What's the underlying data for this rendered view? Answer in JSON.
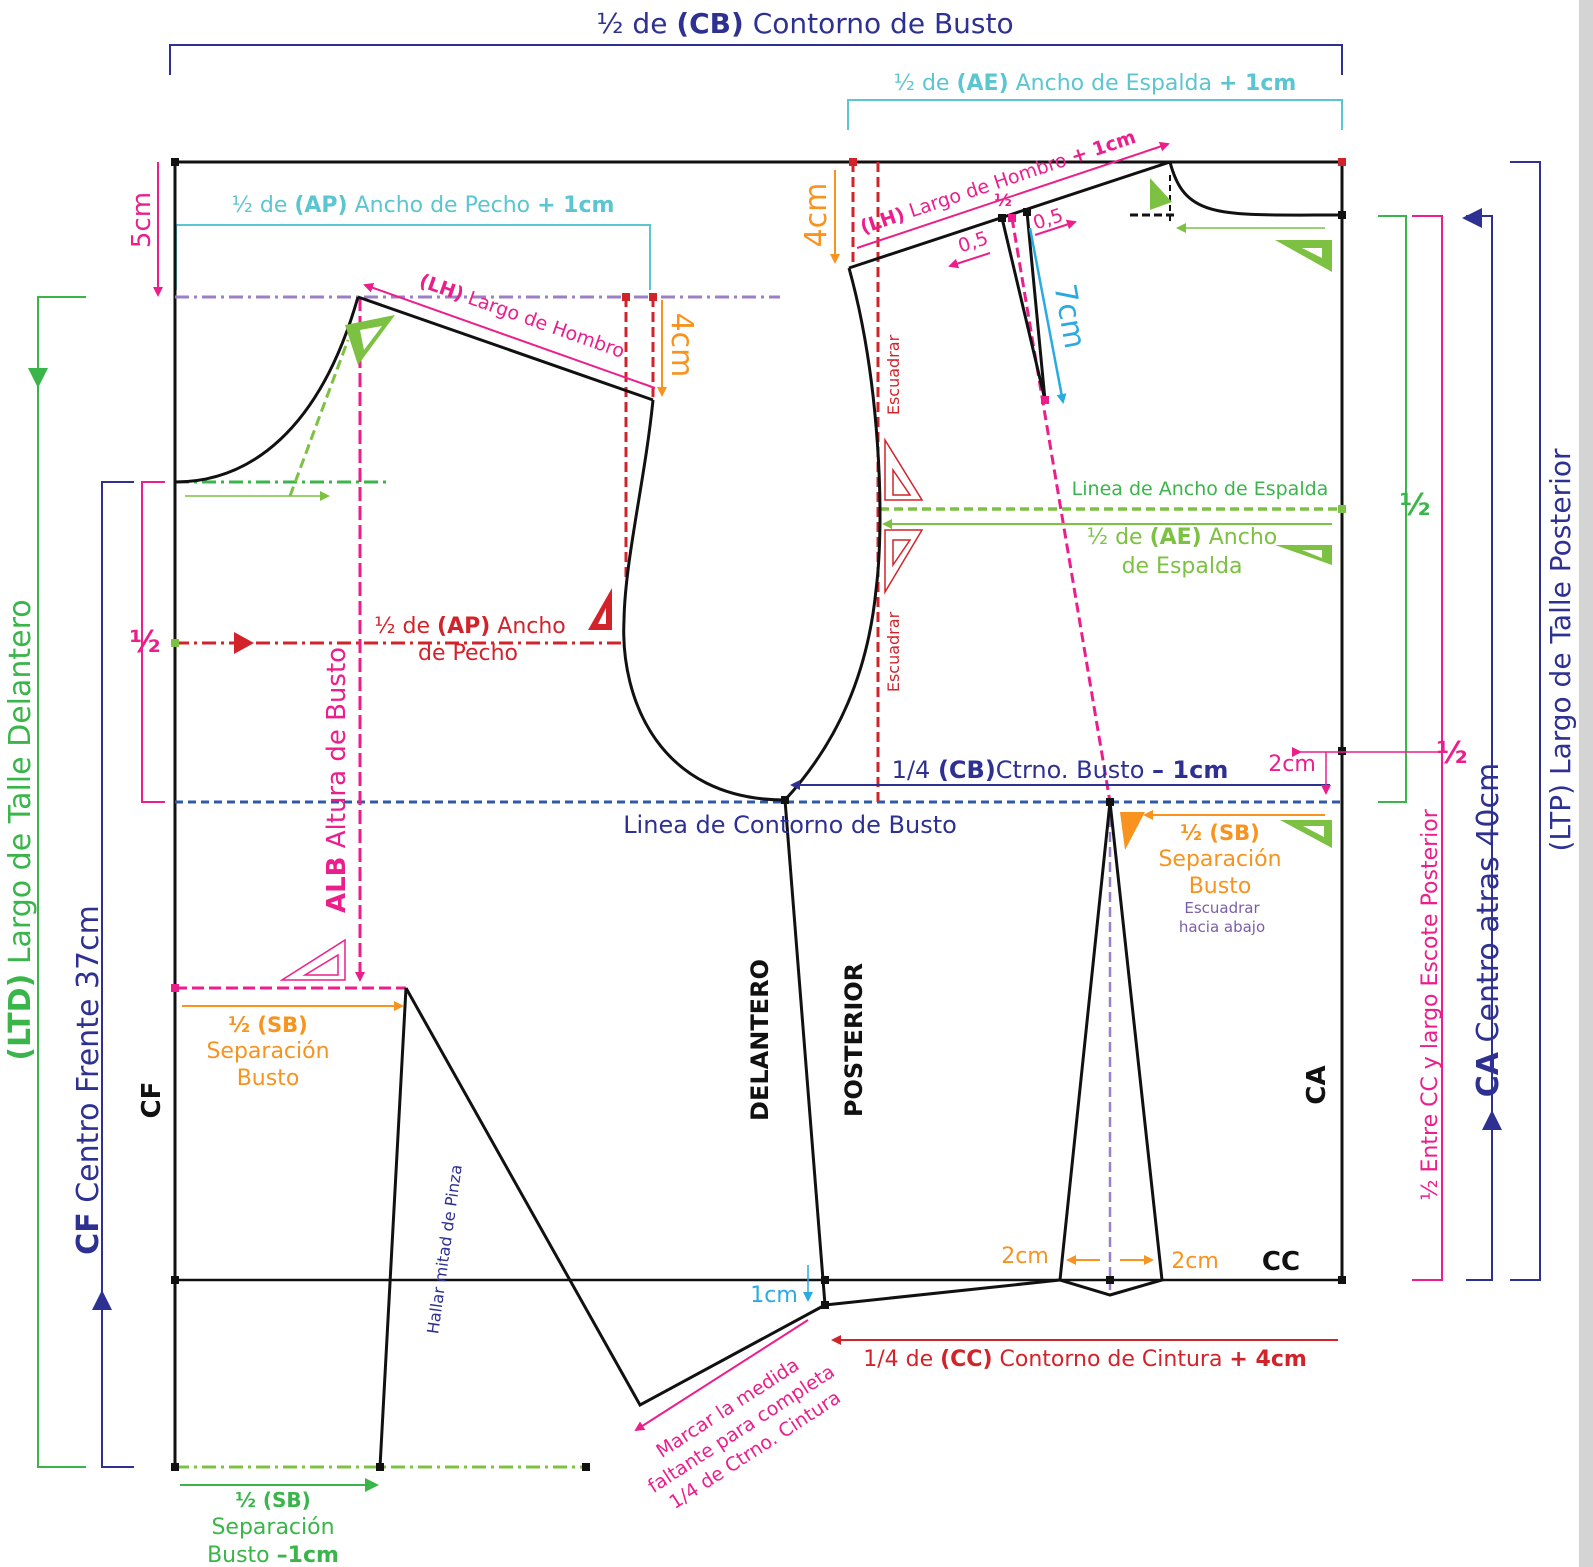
{
  "colors": {
    "navy": "#2e3192",
    "teal": "#5bc5d1",
    "pink": "#ec1e8c",
    "green": "#39b54a",
    "lightgreen": "#7cc142",
    "red": "#d2232a",
    "orange": "#f7931e",
    "blue": "#29abe2",
    "purple": "#7b5ea7",
    "black": "#111111"
  },
  "labels": {
    "cb_pre": "½ de ",
    "cb_code": "(CB)",
    "cb_post": " Contorno de Busto",
    "ae_pre": "½ de ",
    "ae_code": "(AE)",
    "ae_mid": " Ancho de Espalda ",
    "ae_plus": "+ 1cm",
    "ap_pre": "½ de ",
    "ap_code": "(AP)",
    "ap_mid": " Ancho de Pecho ",
    "ap_plus": "+ 1cm",
    "five_cm": "5cm",
    "four_cm_back": "4cm",
    "four_cm_front": "4cm",
    "lh_back_code": "(LH)",
    "lh_back_text": " Largo de Hombro ",
    "lh_back_plus": "+ 1cm",
    "half_small": "½",
    "zero5_left": "0,5",
    "zero5_right": "0,5",
    "seven_cm": "7cm",
    "lh_front_code": "(LH)",
    "lh_front_text": " Largo de Hombro",
    "escuadrar_1": "Escuadrar",
    "escuadrar_2": "Escuadrar",
    "linea_ae": "Linea de Ancho de Espalda",
    "ae2_pre": "½ de ",
    "ae2_code": "(AE)",
    "ae2_line1_post": " Ancho",
    "ae2_line2": "de Espalda",
    "half_right": "½",
    "half_left": "½",
    "half_right2": "½",
    "ap2_pre": "½ de ",
    "ap2_code": "(AP)",
    "ap2_line1_post": " Ancho",
    "ap2_line2": "de Pecho",
    "alb_code": "ALB",
    "alb_text": " Altura de Busto",
    "two_cm_top": "2cm",
    "quarter_cb_pre": "1/4 ",
    "quarter_cb_code": "(CB)",
    "quarter_cb_text": "Ctrno. Busto ",
    "quarter_cb_minus": "– 1cm",
    "linea_cb": "Linea de Contorno de Busto",
    "sb_back_line1": "½ (SB)",
    "sb_back_line2": "Separación",
    "sb_back_line3": "Busto",
    "escuadrar_abajo_1": "Escuadrar",
    "escuadrar_abajo_2": "hacia abajo",
    "sb_front_line1": "½ (SB)",
    "sb_front_line2": "Separación",
    "sb_front_line3": "Busto",
    "delantero": "DELANTERO",
    "posterior": "POSTERIOR",
    "cf": "CF",
    "ca": "CA",
    "cc": "CC",
    "two_cm_left": "2cm",
    "two_cm_right": "2cm",
    "one_cm": "1cm",
    "hallar": "Hallar mitad de Pinza",
    "quarter_cc_pre": "1/4 de ",
    "quarter_cc_code": "(CC)",
    "quarter_cc_text": " Contorno de Cintura ",
    "quarter_cc_plus": " + 4cm",
    "marcar_1": "Marcar la medida",
    "marcar_2": "faltante para completa",
    "marcar_3": "1/4 de Ctrno. Cintura",
    "sb_bottom_line1": "½ (SB)",
    "sb_bottom_line2": "Separación",
    "sb_bottom_line3_pre": "Busto ",
    "sb_bottom_line3_minus": "–1cm",
    "ltd_code": "(LTD)",
    "ltd_text": " Largo de Talle Delantero",
    "cf_code": "CF",
    "cf_text": " Centro Frente 37cm",
    "half_entre": "½ Entre CC y largo Escote Posterior",
    "ca_code": "CA",
    "ca_text": " Centro atras 40cm",
    "ltp": "(LTP) Largo de Talle Posterior"
  }
}
